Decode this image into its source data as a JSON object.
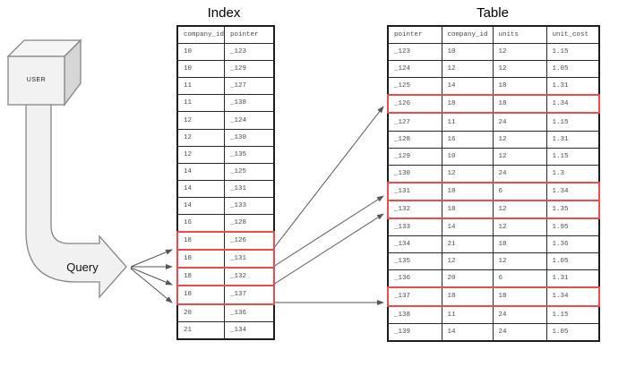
{
  "diagram": {
    "user_label": "USER",
    "query_label": "Query"
  },
  "index_table": {
    "title": "Index",
    "headers": [
      "company_id",
      "pointer"
    ],
    "rows": [
      [
        "10",
        "_123"
      ],
      [
        "10",
        "_129"
      ],
      [
        "11",
        "_127"
      ],
      [
        "11",
        "_138"
      ],
      [
        "12",
        "_124"
      ],
      [
        "12",
        "_130"
      ],
      [
        "12",
        "_135"
      ],
      [
        "14",
        "_125"
      ],
      [
        "14",
        "_131"
      ],
      [
        "14",
        "_133"
      ],
      [
        "16",
        "_128"
      ],
      [
        "18",
        "_126"
      ],
      [
        "18",
        "_131"
      ],
      [
        "18",
        "_132"
      ],
      [
        "18",
        "_137"
      ],
      [
        "20",
        "_136"
      ],
      [
        "21",
        "_134"
      ]
    ],
    "highlighted_rows": [
      11,
      12,
      13,
      14
    ]
  },
  "main_table": {
    "title": "Table",
    "headers": [
      "pointer",
      "company_id",
      "units",
      "unit_cost"
    ],
    "rows": [
      [
        "_123",
        "10",
        "12",
        "1.15"
      ],
      [
        "_124",
        "12",
        "12",
        "1.05"
      ],
      [
        "_125",
        "14",
        "18",
        "1.31"
      ],
      [
        "_126",
        "18",
        "18",
        "1.34"
      ],
      [
        "_127",
        "11",
        "24",
        "1.15"
      ],
      [
        "_128",
        "16",
        "12",
        "1.31"
      ],
      [
        "_129",
        "10",
        "12",
        "1.15"
      ],
      [
        "_130",
        "12",
        "24",
        "1.3"
      ],
      [
        "_131",
        "18",
        "6",
        "1.34"
      ],
      [
        "_132",
        "18",
        "12",
        "1.35"
      ],
      [
        "_133",
        "14",
        "12",
        "1.95"
      ],
      [
        "_134",
        "21",
        "18",
        "1.36"
      ],
      [
        "_135",
        "12",
        "12",
        "1.05"
      ],
      [
        "_136",
        "20",
        "6",
        "1.31"
      ],
      [
        "_137",
        "18",
        "18",
        "1.34"
      ],
      [
        "_138",
        "11",
        "24",
        "1.15"
      ],
      [
        "_139",
        "14",
        "24",
        "1.05"
      ]
    ],
    "highlighted_rows": [
      3,
      8,
      9,
      14
    ]
  },
  "colors": {
    "highlight": "#ee4b4b",
    "arrow": "#565656",
    "table_border": "#1d1d1d",
    "shape_fill": "#f1f1f1",
    "cube_side_fill": "#d6d6d6",
    "cube_top_fill": "#f5f5f5"
  }
}
